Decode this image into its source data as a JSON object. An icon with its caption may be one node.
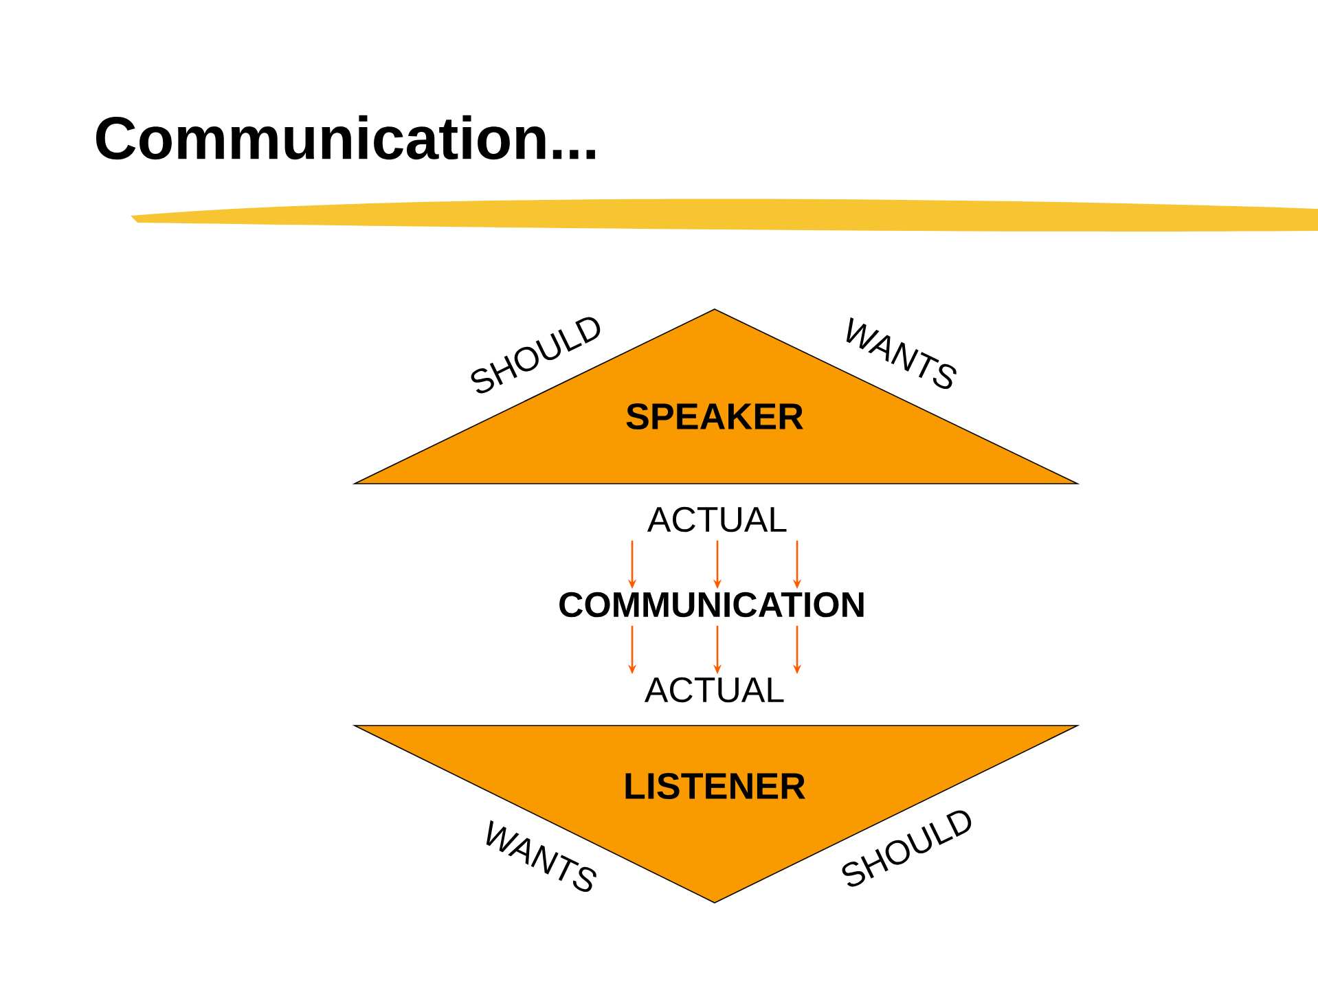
{
  "diagram": {
    "title": "Communication...",
    "nodes": [
      {
        "text": [
          "SPEAKER"
        ],
        "beside": [
          "SHOULD",
          "WANTS"
        ]
      },
      {
        "text": [
          "ACTUAL"
        ]
      },
      {
        "text": [
          "COMMUNICATION"
        ]
      },
      {
        "text": [
          "ACTUAL"
        ]
      },
      {
        "text": [
          "LISTENER"
        ],
        "beside": [
          "WANTS",
          "SHOULD"
        ]
      }
    ],
    "edges": [
      {
        "from": 1,
        "to": 2,
        "arrow": "to"
      },
      {
        "from": 1,
        "to": 2,
        "arrow": "to"
      },
      {
        "from": 1,
        "to": 2,
        "arrow": "to"
      },
      {
        "from": 2,
        "to": 3,
        "arrow": "to"
      },
      {
        "from": 2,
        "to": 3,
        "arrow": "to"
      },
      {
        "from": 2,
        "to": 3,
        "arrow": "to"
      }
    ]
  }
}
